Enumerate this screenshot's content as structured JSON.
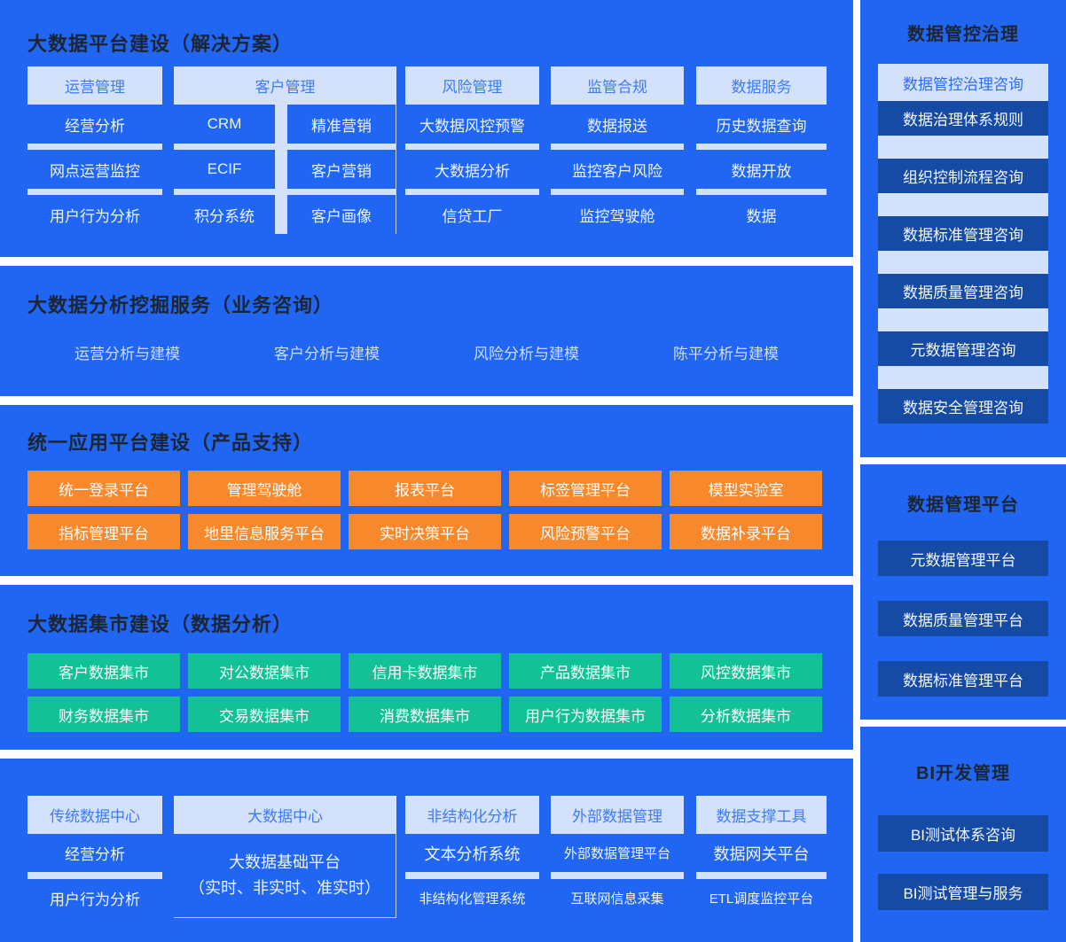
{
  "colors": {
    "panel_blue": "#2066f3",
    "light_blue": "#d3e1fb",
    "header_text_blue": "#3e7cf2",
    "title_dark": "#1d2533",
    "orange": "#f7882c",
    "green": "#12c296",
    "dark_blue_button": "#154aa5",
    "item_text": "#eef4fe",
    "page_background": "#ffffff"
  },
  "solution_panel": {
    "title": "大数据平台建设（解决方案）",
    "columns": [
      {
        "header": "运营管理",
        "items": [
          "经营分析",
          "网点运营监控",
          "用户行为分析"
        ]
      },
      {
        "header": "客户管理",
        "sub_columns": [
          [
            "CRM",
            "ECIF",
            "积分系统"
          ],
          [
            "精准营销",
            "客户营销",
            "客户画像"
          ]
        ]
      },
      {
        "header": "风险管理",
        "items": [
          "大数据风控预警",
          "大数据分析",
          "信贷工厂"
        ]
      },
      {
        "header": "监管合规",
        "items": [
          "数据报送",
          "监控客户风险",
          "监控驾驶舱"
        ]
      },
      {
        "header": "数据服务",
        "items": [
          "历史数据查询",
          "数据开放",
          "数据"
        ]
      }
    ]
  },
  "mining_panel": {
    "title": "大数据分析挖掘服务（业务咨询）",
    "items": [
      "运营分析与建模",
      "客户分析与建模",
      "风险分析与建模",
      "陈平分析与建模"
    ]
  },
  "app_panel": {
    "title": "统一应用平台建设（产品支持）",
    "rows": [
      [
        "统一登录平台",
        "管理驾驶舱",
        "报表平台",
        "标签管理平台",
        "模型实验室"
      ],
      [
        "指标管理平台",
        "地里信息服务平台",
        "实时决策平台",
        "风险预警平台",
        "数据补录平台"
      ]
    ]
  },
  "mart_panel": {
    "title": "大数据集市建设（数据分析）",
    "rows": [
      [
        "客户数据集市",
        "对公数据集市",
        "信用卡数据集市",
        "产品数据集市",
        "风控数据集市"
      ],
      [
        "财务数据集市",
        "交易数据集市",
        "消费数据集市",
        "用户行为数据集市",
        "分析数据集市"
      ]
    ]
  },
  "infra_panel": {
    "columns": [
      {
        "header": "传统数据中心",
        "items": [
          "经营分析",
          "用户行为分析"
        ]
      },
      {
        "header": "大数据中心",
        "box_lines": [
          "大数据基础平台",
          "（实时、非实时、准实时）"
        ]
      },
      {
        "header": "非结构化分析",
        "items": [
          "文本分析系统",
          "非结构化管理系统"
        ]
      },
      {
        "header": "外部数据管理",
        "items": [
          "外部数据管理平台",
          "互联网信息采集"
        ]
      },
      {
        "header": "数据支撑工具",
        "items": [
          "数据网关平台",
          "ETL调度监控平台"
        ]
      }
    ]
  },
  "governance_panel": {
    "title": "数据管控治理",
    "highlight_item": "数据管控治理咨询",
    "items": [
      "数据治理体系规则",
      "组织控制流程咨询",
      "数据标准管理咨询",
      "数据质量管理咨询",
      "元数据管理咨询",
      "数据安全管理咨询"
    ]
  },
  "mgmt_platform_panel": {
    "title": "数据管理平台",
    "items": [
      "元数据管理平台",
      "数据质量管理平台",
      "数据标准管理平台"
    ]
  },
  "bi_panel": {
    "title": "BI开发管理",
    "items": [
      "BI测试体系咨询",
      "BI测试管理与服务"
    ]
  }
}
